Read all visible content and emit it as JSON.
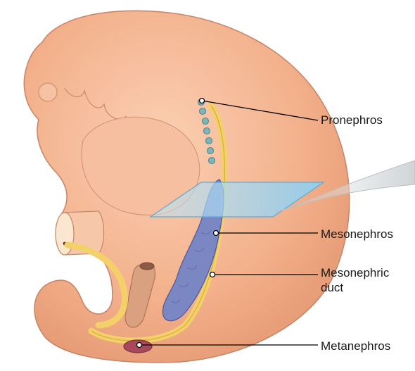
{
  "labels": {
    "pronephros": "Pronephros",
    "mesonephros": "Mesonephros",
    "mesonephric_duct": "Mesonephric\nduct",
    "metanephros": "Metanephros"
  },
  "colors": {
    "embryo_skin": "#f2b48f",
    "embryo_outline": "#c98a6a",
    "pronephros": "#7fb3b8",
    "mesonephros": "#7b87c2",
    "duct": "#f5d66e",
    "metanephros": "#a8485a",
    "section_plane": "#9fd3ef",
    "leader": "#000000"
  }
}
